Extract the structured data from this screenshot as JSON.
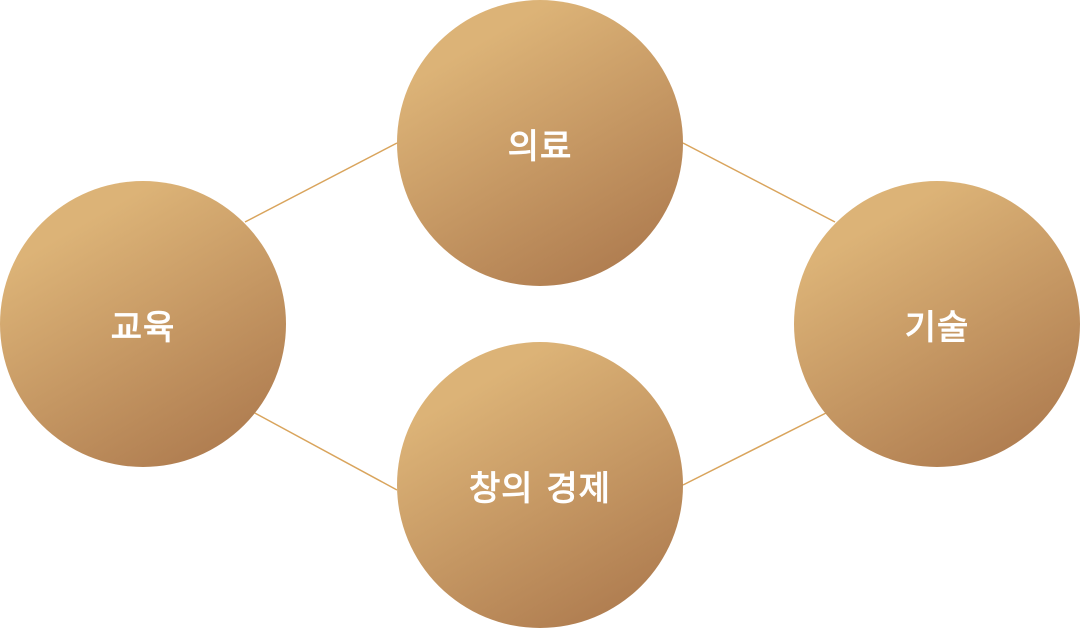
{
  "nodes": {
    "medical": {
      "label": "의료"
    },
    "education": {
      "label": "교육"
    },
    "technology": {
      "label": "기술"
    },
    "creative_economy": {
      "label": "창의 경제"
    }
  },
  "colors": {
    "node_gradient_light": "#dcb377",
    "node_gradient_dark": "#a8744a",
    "connector": "#d9a45c",
    "label_text": "#ffffff",
    "background": "#ffffff"
  }
}
